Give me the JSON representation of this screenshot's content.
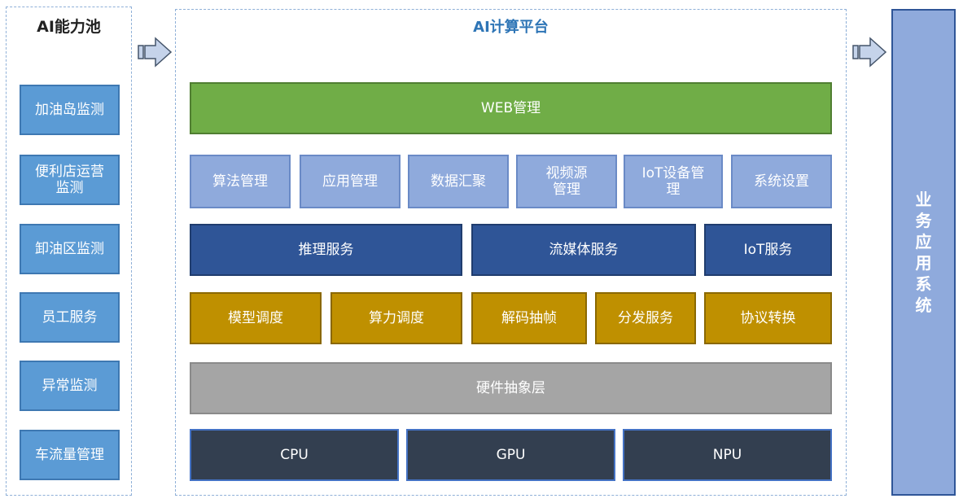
{
  "capability_pool": {
    "title": "AI能力池",
    "items": [
      "加油岛监测",
      "便利店运营\n监测",
      "卸油区监测",
      "员工服务",
      "异常监测",
      "车流量管理"
    ]
  },
  "platform": {
    "title": "AI计算平台",
    "web": "WEB管理",
    "management": [
      "算法管理",
      "应用管理",
      "数据汇聚",
      "视频源\n管理",
      "IoT设备管\n理",
      "系统设置"
    ],
    "services": [
      "推理服务",
      "流媒体服务",
      "IoT服务"
    ],
    "scheduling": [
      "模型调度",
      "算力调度",
      "解码抽帧",
      "分发服务",
      "协议转换"
    ],
    "hal": "硬件抽象层",
    "hardware": [
      "CPU",
      "GPU",
      "NPU"
    ]
  },
  "business": {
    "label": "业务应用系统"
  },
  "colors": {
    "capability": "#5b9bd5",
    "web": "#70ad47",
    "management": "#8faadc",
    "services": "#2f5597",
    "scheduling": "#bf9000",
    "hal": "#a5a5a5",
    "hardware": "#333f50",
    "business": "#8faadc"
  }
}
